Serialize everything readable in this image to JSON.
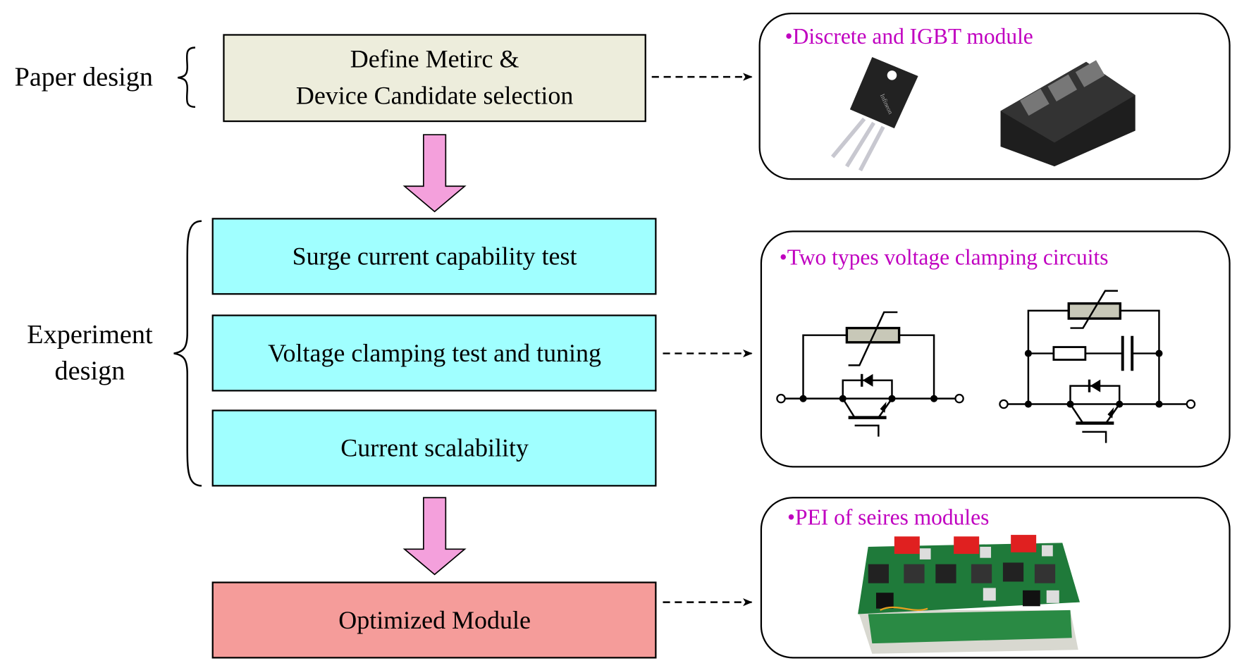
{
  "left_labels": {
    "paper_design": "Paper design",
    "experiment_design_line1": "Experiment",
    "experiment_design_line2": "design"
  },
  "flow": {
    "define": {
      "line1": "Define Metirc &",
      "line2": "Device Candidate selection",
      "color": "#EDEDDC"
    },
    "surge": {
      "label": "Surge current capability test",
      "color": "#A0FFFF"
    },
    "clamping": {
      "label": "Voltage clamping test and tuning",
      "color": "#A0FFFF"
    },
    "scalability": {
      "label": "Current scalability",
      "color": "#A0FFFF"
    },
    "optimized": {
      "label": "Optimized Module",
      "color": "#F59C9A"
    },
    "arrow_color": "#F4A0DC"
  },
  "panels": {
    "devices": {
      "title": "•Discrete and IGBT module"
    },
    "circuits": {
      "title": "•Two types voltage clamping circuits"
    },
    "pei": {
      "title": "•PEI of seires modules"
    },
    "title_color": "#C000C0"
  }
}
